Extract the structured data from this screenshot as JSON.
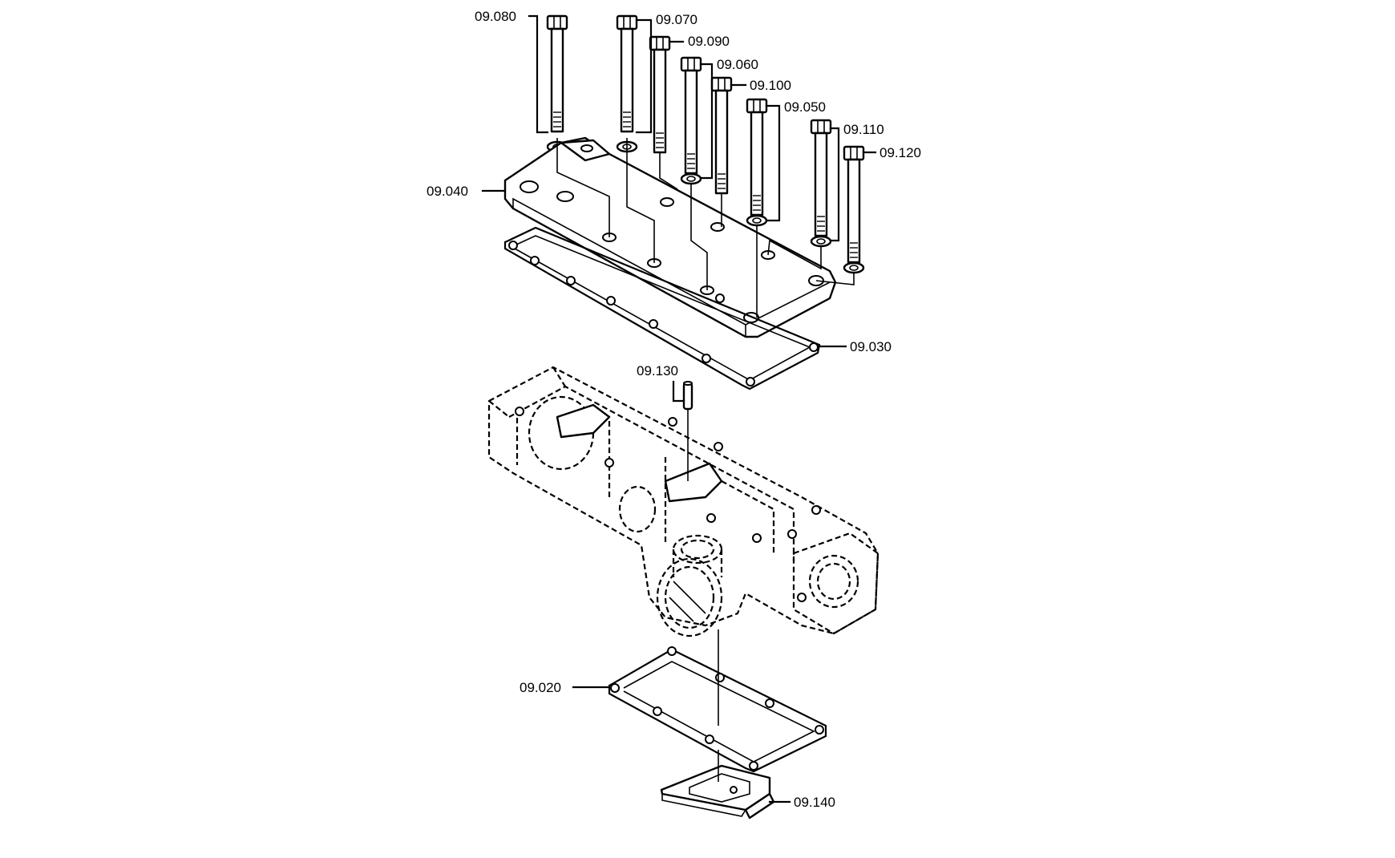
{
  "diagram": {
    "labels": [
      {
        "id": "bolt-1",
        "text": "09.080"
      },
      {
        "id": "bolt-2",
        "text": "09.070"
      },
      {
        "id": "bolt-3",
        "text": "09.090"
      },
      {
        "id": "bolt-4",
        "text": "09.060"
      },
      {
        "id": "bolt-5",
        "text": "09.100"
      },
      {
        "id": "bolt-6",
        "text": "09.050"
      },
      {
        "id": "bolt-7",
        "text": "09.110"
      },
      {
        "id": "bolt-8",
        "text": "09.120"
      },
      {
        "id": "cover",
        "text": "09.040"
      },
      {
        "id": "upper-gasket",
        "text": "09.030"
      },
      {
        "id": "pin",
        "text": "09.130"
      },
      {
        "id": "lower-gasket",
        "text": "09.020"
      },
      {
        "id": "base-plate",
        "text": "09.140"
      }
    ]
  }
}
